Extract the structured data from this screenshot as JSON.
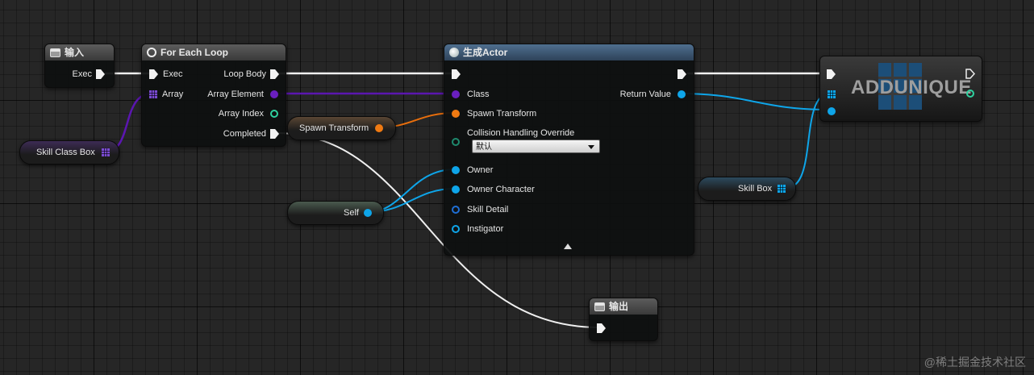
{
  "input_node": {
    "title": "输入",
    "exec_label": "Exec"
  },
  "foreach_node": {
    "title": "For Each Loop",
    "inputs": {
      "exec": "Exec",
      "array": "Array"
    },
    "outputs": {
      "loop_body": "Loop Body",
      "array_element": "Array Element",
      "array_index": "Array Index",
      "completed": "Completed"
    }
  },
  "skill_class_box": {
    "label": "Skill Class Box"
  },
  "spawn_transform_var": {
    "label": "Spawn Transform"
  },
  "self_node": {
    "label": "Self"
  },
  "spawn_actor_node": {
    "title": "生成Actor",
    "inputs": {
      "class": "Class",
      "spawn_transform": "Spawn Transform",
      "collision": "Collision Handling Override",
      "owner": "Owner",
      "owner_character": "Owner Character",
      "skill_detail": "Skill Detail",
      "instigator": "Instigator"
    },
    "collision_value": "默认",
    "outputs": {
      "return_value": "Return Value"
    }
  },
  "addunique_node": {
    "title": "ADDUNIQUE"
  },
  "skill_box_var": {
    "label": "Skill Box"
  },
  "output_node": {
    "title": "输出"
  },
  "watermark": "@稀土掘金技术社区",
  "colors": {
    "exec": "#f2f2f2",
    "class_pin": "#6a1fc0",
    "transform_pin": "#f07a12",
    "object_pin": "#0ea5e9",
    "int_pin": "#2fd1a0",
    "array_pin": "#7a4bd1"
  },
  "icons": {
    "input_node": "event-icon",
    "foreach_node": "loop-icon",
    "spawn_actor": "actor-icon",
    "output_node": "event-icon",
    "addunique_grid": "array-grid-icon",
    "collapse": "collapse-arrow-icon"
  }
}
